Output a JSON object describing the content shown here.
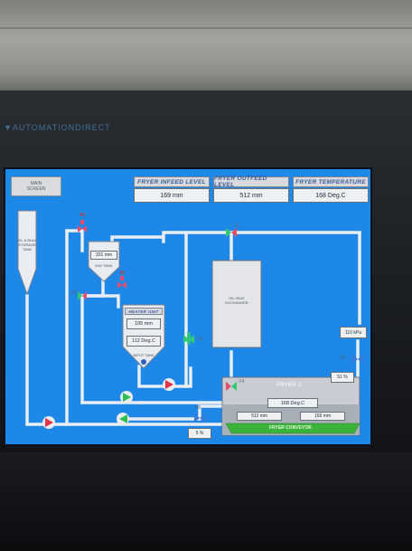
{
  "bezel": {
    "brand": "▼AUTOMATIONDIRECT"
  },
  "screen": {
    "main_screen_btn": "MAIN\nSCREEN",
    "headers": {
      "infeed": "FRYER INFEED LEVEL",
      "outfeed": "FRYER OUTFEED LEVEL",
      "temperature": "FRYER TEMPERATURE"
    },
    "values": {
      "infeed": "169 mm",
      "outfeed": "512 mm",
      "temperature": "168 Deg.C",
      "day_tank_level": "331 mm",
      "heater_tank_level": "105 mm",
      "heater_tank_temp": "112 Deg.C",
      "flow_rate": "110 kPa",
      "valve_pct_right": "51 %",
      "valve_pct_bottom": "5 %",
      "fryer_temp": "168 Deg.C",
      "fryer_level_left": "512 mm",
      "fryer_level_right": "169 mm"
    },
    "labels": {
      "bulk_tank": "OIL & BULK\nSTORAGE\nTANK",
      "day_tank": "DAY TANK",
      "heater_tank_name": "HEATER UNIT",
      "heater_tank_sub": "INPUT TANK",
      "heat_exchanger": "OIL HEAT\nEXCHANGER",
      "fryer": "FRYER 2",
      "conveyor": "FRYER CONVEYOR"
    },
    "valves": {
      "a1": "A1",
      "a2": "A2",
      "v1": "V1",
      "v2": "V2",
      "v3": "V3",
      "v4": "V4",
      "v5": "V5",
      "v6": "V6"
    },
    "colors": {
      "screen_bg": "#1e88e8",
      "pipe": "#e9eef5",
      "valve_open": "#2ecc71",
      "valve_closed": "#e74c6b",
      "pump_green": "#2fbf55",
      "pump_red": "#e2334a"
    }
  }
}
